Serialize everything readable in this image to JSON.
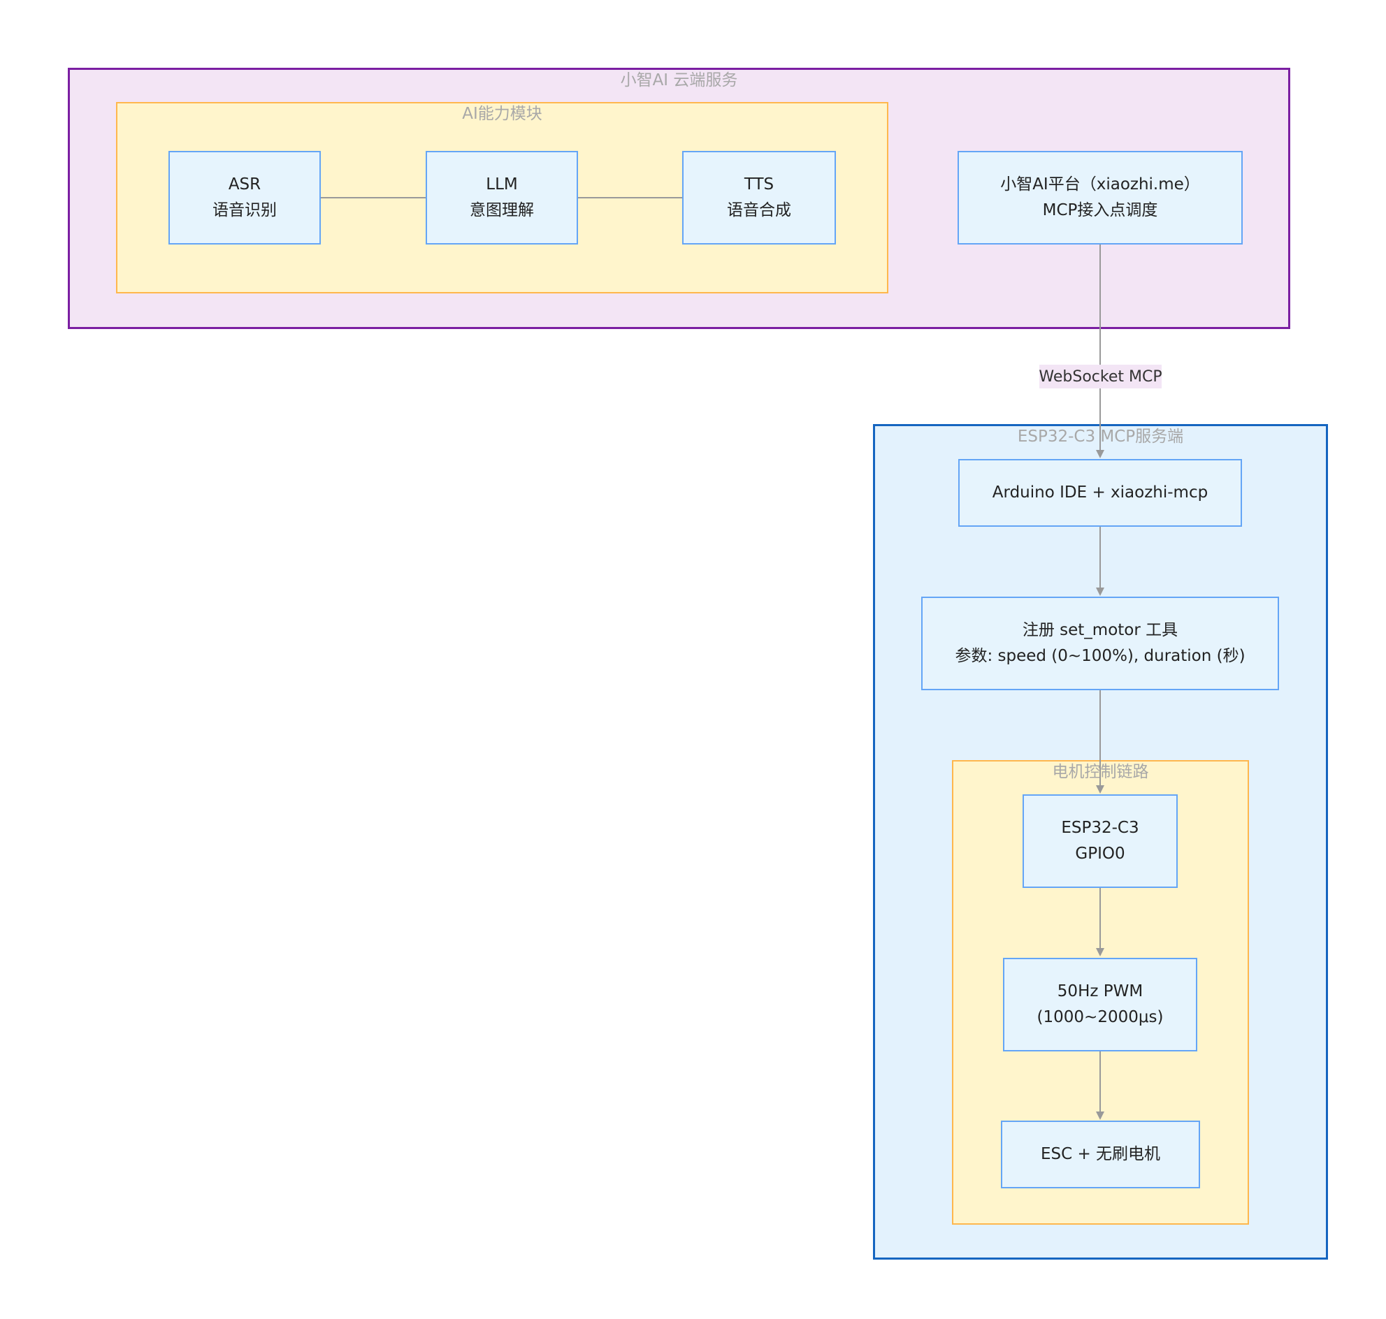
{
  "clusters": {
    "cloud": {
      "title": "小智AI 云端服务"
    },
    "ai_module": {
      "title": "AI能力模块"
    },
    "esp_server": {
      "title": "ESP32-C3 MCP服务端"
    },
    "motor_chain": {
      "title": "电机控制链路"
    }
  },
  "nodes": {
    "asr": {
      "line1": "ASR",
      "line2": "语音识别"
    },
    "llm": {
      "line1": "LLM",
      "line2": "意图理解"
    },
    "tts": {
      "line1": "TTS",
      "line2": "语音合成"
    },
    "platform": {
      "line1": "小智AI平台（xiaozhi.me）",
      "line2": "MCP接入点调度"
    },
    "arduino": {
      "line1": "Arduino IDE + xiaozhi-mcp"
    },
    "register_tool": {
      "line1": "注册 set_motor 工具",
      "line2": "参数: speed (0~100%), duration (秒)"
    },
    "esp32": {
      "line1": "ESP32-C3",
      "line2": "GPIO0"
    },
    "pwm": {
      "line1": "50Hz PWM",
      "line2": "(1000~2000μs)"
    },
    "esc": {
      "line1": "ESC + 无刷电机"
    }
  },
  "edges": {
    "websocket_label": "WebSocket MCP"
  },
  "colors": {
    "cloud_fill": "#f3e5f5",
    "cloud_border": "#7b1fa2",
    "module_fill": "#fff5cc",
    "module_border": "#ffb74d",
    "esp_fill": "#e3f2fd",
    "esp_border": "#1565c0",
    "node_fill": "#e6f4fd",
    "node_border": "#64a5f6",
    "edge": "#999999"
  }
}
